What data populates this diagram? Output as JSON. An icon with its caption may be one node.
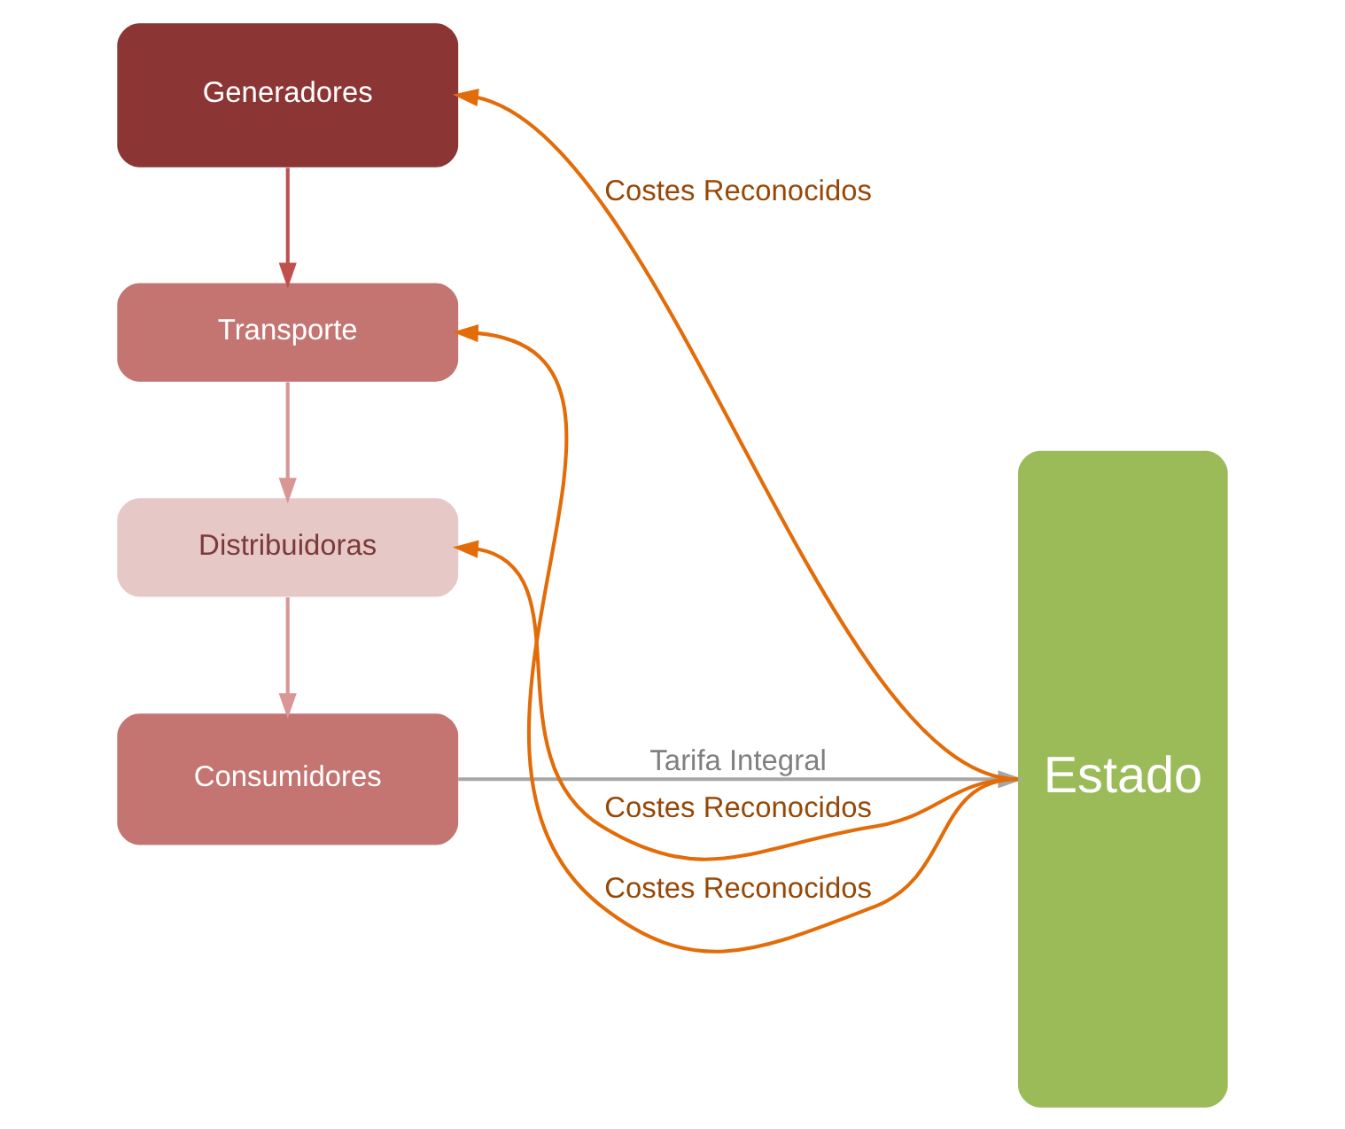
{
  "diagram": {
    "nodes": [
      {
        "text": [
          "Generadores"
        ]
      },
      {
        "text": [
          "Transporte"
        ]
      },
      {
        "text": [
          "Distribuidoras"
        ]
      },
      {
        "text": [
          "Consumidores"
        ]
      },
      {
        "text": [
          "Estado"
        ]
      }
    ],
    "edges": [
      {
        "from": 0,
        "to": 1,
        "arrow": "to",
        "color": "#c0504d"
      },
      {
        "from": 1,
        "to": 2,
        "arrow": "to",
        "color": "#d99694"
      },
      {
        "from": 2,
        "to": 3,
        "arrow": "to",
        "color": "#d99694"
      },
      {
        "from": 4,
        "to": 0,
        "arrow": "to",
        "label": "Costes Reconocidos",
        "color": "#e36c09"
      },
      {
        "from": 4,
        "to": 1,
        "arrow": "to",
        "label": "Costes Reconocidos",
        "color": "#e36c09"
      },
      {
        "from": 4,
        "to": 2,
        "arrow": "to",
        "label": "Costes Reconocidos",
        "color": "#e36c09"
      },
      {
        "from": 3,
        "to": 4,
        "arrow": "to",
        "label": "Tarifa Integral",
        "color": "#a6a6a6"
      }
    ]
  }
}
